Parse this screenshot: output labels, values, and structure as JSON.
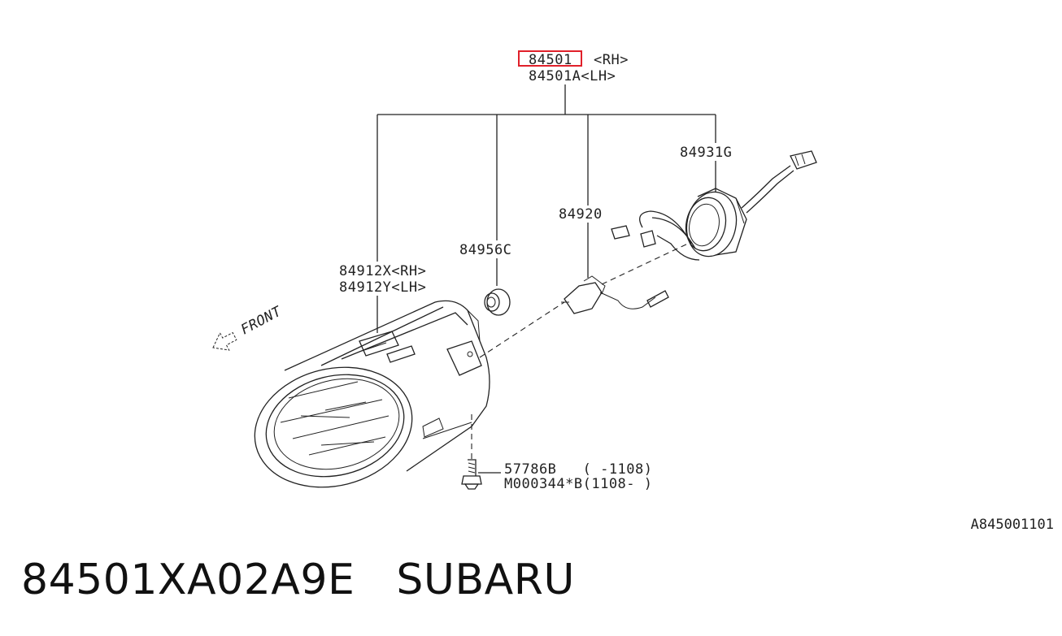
{
  "callouts": {
    "main_rh_number": "84501",
    "main_rh_side": "<RH>",
    "main_lh": "84501A<LH>",
    "socket": "84931G",
    "bulb": "84920",
    "grommet": "84956C",
    "lens_rh": "84912X<RH>",
    "lens_lh": "84912Y<LH>",
    "bolt_a": "57786B   ( -1108)",
    "bolt_b": "M000344*B(1108- )",
    "front": "FRONT"
  },
  "diagram_ref": "A845001101",
  "caption": {
    "part_number": "84501XA02A9E",
    "brand": "SUBARU"
  },
  "colors": {
    "highlight": "#e0202a",
    "ink": "#222222"
  }
}
